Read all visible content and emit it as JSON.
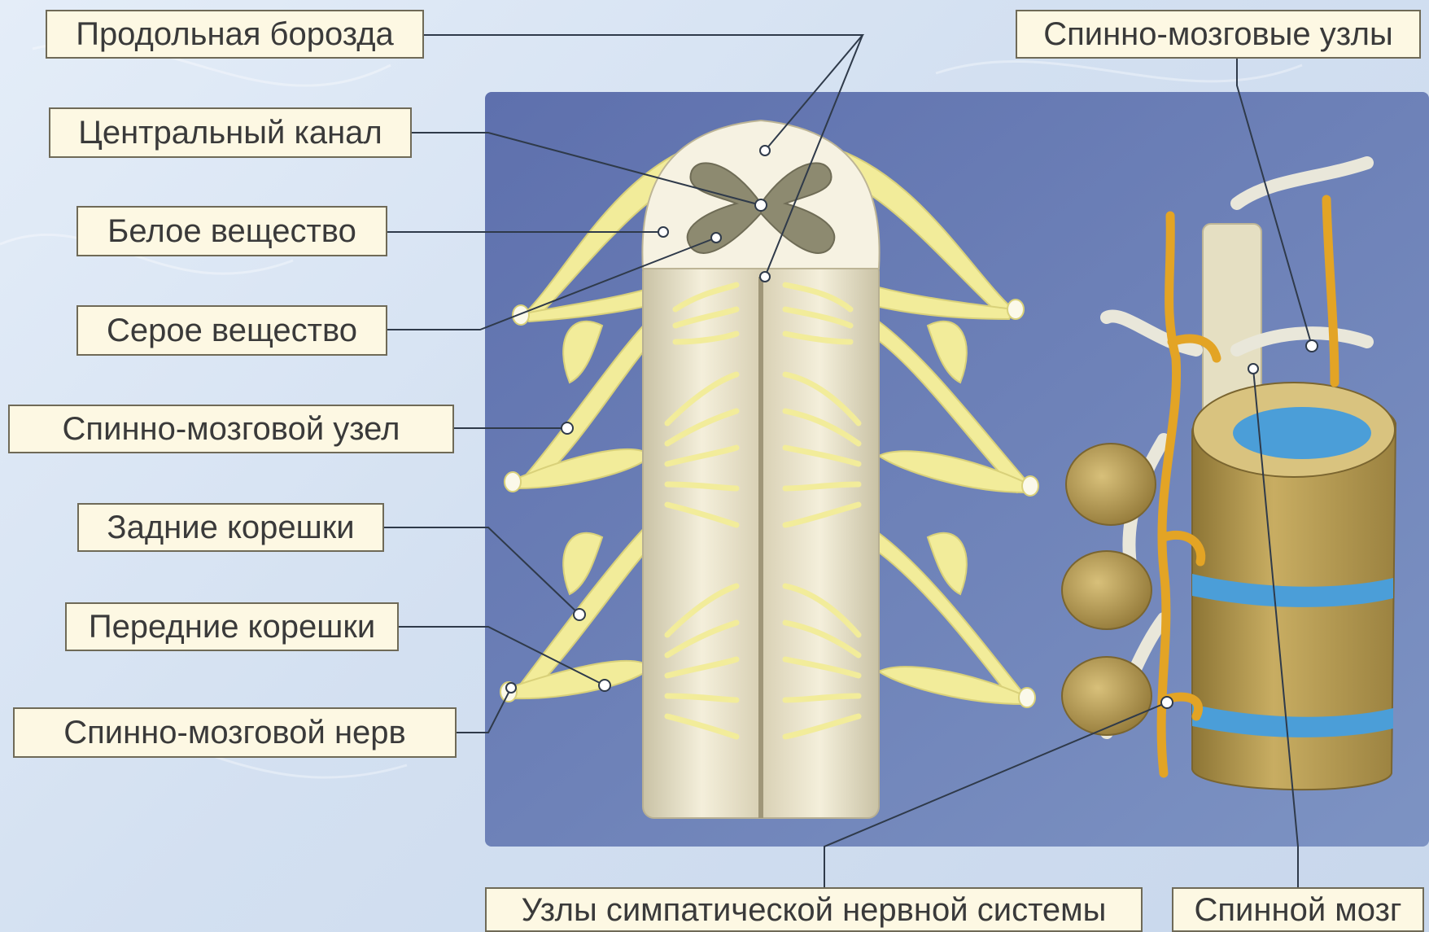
{
  "labels": {
    "longitudinal_groove": "Продольная борозда",
    "central_canal": "Центральный канал",
    "white_matter": "Белое вещество",
    "gray_matter": "Серое вещество",
    "spinal_ganglion": "Спинно-мозговой узел",
    "posterior_roots": "Задние корешки",
    "anterior_roots": "Передние корешки",
    "spinal_nerve": "Спинно-мозговой нерв",
    "spinal_ganglia": "Спинно-мозговые узлы",
    "sympathetic_nodes": "Узлы симпатической нервной системы",
    "spinal_cord": "Спинной мозг"
  },
  "colors": {
    "panel": "#6a7fb5",
    "nerve_yellow": "#f2ec9a",
    "cord_cream": "#efe9d2",
    "gray_matter": "#8d8a70",
    "vertebra": "#b59a55",
    "disc_blue": "#4b9ed8",
    "sympathetic_orange": "#e3a425"
  }
}
